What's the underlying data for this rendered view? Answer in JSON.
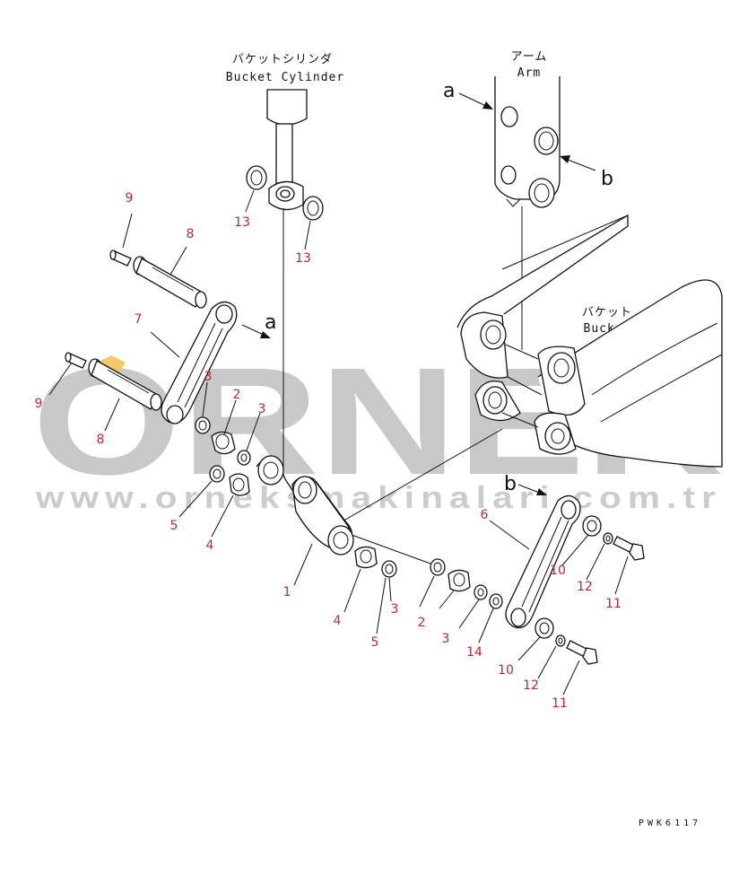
{
  "labels": {
    "bucket_cylinder_jp": "バケットシリンダ",
    "bucket_cylinder_en": "Bucket Cylinder",
    "arm_jp": "アーム",
    "arm_en": "Arm",
    "bucket_jp": "バケット",
    "bucket_en": "Bucket",
    "ref_a": "a",
    "ref_b": "b",
    "drawing_code": "PWK6117"
  },
  "watermark": {
    "brand": "ORNEK",
    "url": "www.orneksmakinalari.com.tr"
  },
  "callouts": [
    "9",
    "8",
    "7",
    "13",
    "13",
    "9",
    "8",
    "3",
    "2",
    "3",
    "5",
    "4",
    "1",
    "4",
    "3",
    "5",
    "2",
    "3",
    "14",
    "6",
    "10",
    "12",
    "11",
    "10",
    "12",
    "11"
  ],
  "colors": {
    "callout": "#c0272d",
    "line": "#111111",
    "watermark": "#c8c8c8",
    "accent": "#f2c14e"
  }
}
